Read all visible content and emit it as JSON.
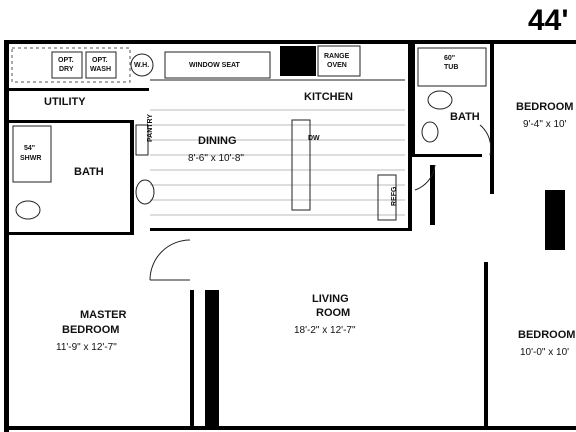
{
  "title": "44'",
  "rooms": {
    "utility": "UTILITY",
    "kitchen": "KITCHEN",
    "dining": {
      "name": "DINING",
      "size": "8'-6\" x 10'-8\""
    },
    "bath_left": "BATH",
    "bath_right": "BATH",
    "bedroom_top": {
      "name": "BEDROOM",
      "size": "9'-4\" x 10'"
    },
    "master": {
      "name_1": "MASTER",
      "name_2": "BEDROOM",
      "size": "11'-9\" x 12'-7\""
    },
    "living": {
      "name_1": "LIVING",
      "name_2": "ROOM",
      "size": "18'-2\" x 12'-7\""
    },
    "bedroom_bottom": {
      "name": "BEDROOM",
      "size": "10'-0\" x 10'"
    }
  },
  "fixtures": {
    "opt_dry": [
      "OPT.",
      "DRY"
    ],
    "opt_wash": [
      "OPT.",
      "WASH"
    ],
    "wh": "W.H.",
    "window_seat": "WINDOW SEAT",
    "range": [
      "RANGE",
      "OVEN"
    ],
    "tub": [
      "60\"",
      "TUB"
    ],
    "shower": [
      "54\"",
      "SHWR"
    ],
    "dw": "DW",
    "ref": "REFG",
    "pantry": "PANTRY"
  }
}
